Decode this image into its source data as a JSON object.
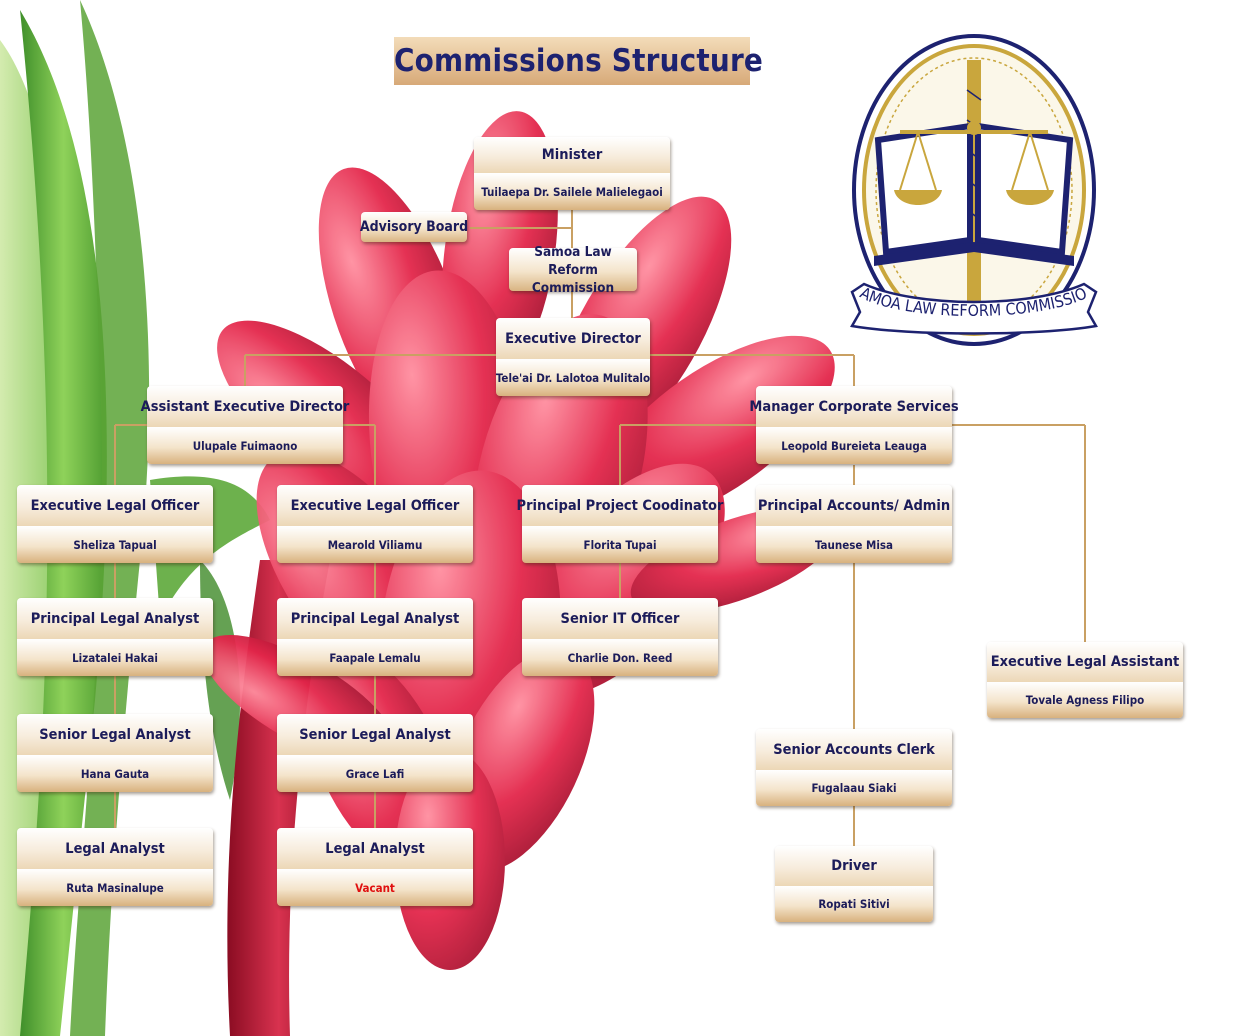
{
  "title": "Commissions Structure",
  "colors": {
    "title_text": "#1d2270",
    "box_text": "#1c1c5a",
    "connector": "#c9a063",
    "vacant": "#e01010",
    "logo_navy": "#1d2270",
    "logo_gold": "#c9a63d"
  },
  "logo": {
    "text": "SAMOA LAW REFORM COMMISSION"
  },
  "nodes": {
    "minister": {
      "role": "Minister",
      "name": "Tuilaepa Dr. Sailele Malielegaoi"
    },
    "advisory_board": {
      "role": "Advisory Board"
    },
    "slrc": {
      "role": "Samoa Law Reform Commission"
    },
    "executive_director": {
      "role": "Executive Director",
      "name": "Tele'ai Dr. Lalotoa Mulitalo"
    },
    "assistant_executive_director": {
      "role": "Assistant Executive Director",
      "name": "Ulupale Fuimaono"
    },
    "manager_corporate_services": {
      "role": "Manager Corporate Services",
      "name": "Leopold Bureieta Leauga"
    },
    "executive_legal_officer_1": {
      "role": "Executive Legal Officer",
      "name": "Sheliza Tapual"
    },
    "executive_legal_officer_2": {
      "role": "Executive Legal Officer",
      "name": "Mearold Viliamu"
    },
    "principal_project_coodinator": {
      "role": "Principal Project Coodinator",
      "name": "Florita Tupai"
    },
    "principal_accounts_admin": {
      "role": "Principal Accounts/ Admin",
      "name": "Taunese Misa"
    },
    "principal_legal_analyst_1": {
      "role": "Principal Legal Analyst",
      "name": "Lizatalei Hakai"
    },
    "principal_legal_analyst_2": {
      "role": "Principal Legal Analyst",
      "name": "Faapale Lemalu"
    },
    "senior_it_officer": {
      "role": "Senior IT Officer",
      "name": "Charlie Don. Reed"
    },
    "executive_legal_assistant": {
      "role": "Executive Legal Assistant",
      "name": "Tovale Agness Filipo"
    },
    "senior_legal_analyst_1": {
      "role": "Senior Legal Analyst",
      "name": "Hana Gauta"
    },
    "senior_legal_analyst_2": {
      "role": "Senior Legal Analyst",
      "name": "Grace Lafi"
    },
    "senior_accounts_clerk": {
      "role": "Senior Accounts Clerk",
      "name": "Fugalaau Siaki"
    },
    "legal_analyst_1": {
      "role": "Legal Analyst",
      "name": "Ruta Masinalupe"
    },
    "legal_analyst_2": {
      "role": "Legal Analyst",
      "name": "Vacant"
    },
    "driver": {
      "role": "Driver",
      "name": "Ropati Sitivi"
    }
  }
}
